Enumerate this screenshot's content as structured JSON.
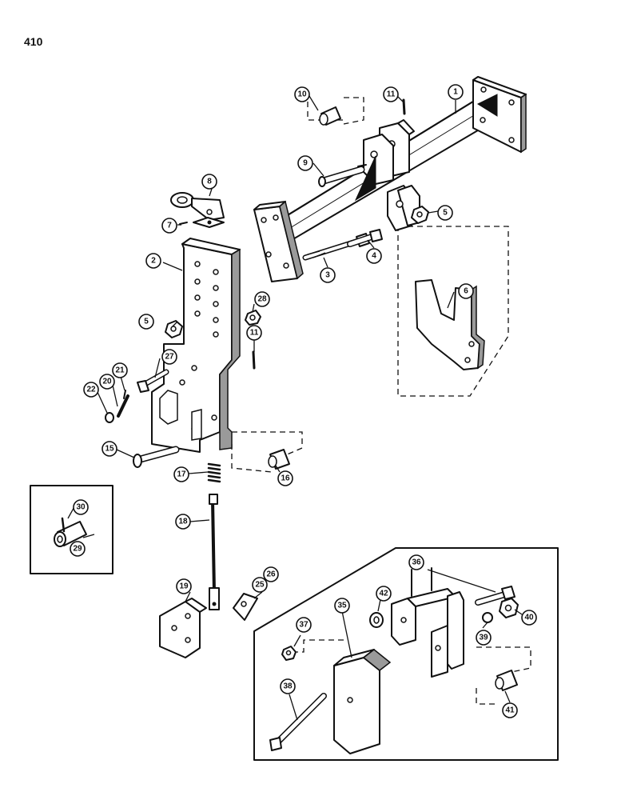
{
  "page": {
    "number": "410"
  },
  "callouts": [
    {
      "id": "1",
      "label": "1"
    },
    {
      "id": "2",
      "label": "2"
    },
    {
      "id": "3",
      "label": "3"
    },
    {
      "id": "4",
      "label": "4"
    },
    {
      "id": "5a",
      "label": "5"
    },
    {
      "id": "5b",
      "label": "5"
    },
    {
      "id": "6",
      "label": "6"
    },
    {
      "id": "7",
      "label": "7"
    },
    {
      "id": "8",
      "label": "8"
    },
    {
      "id": "9",
      "label": "9"
    },
    {
      "id": "10",
      "label": "10"
    },
    {
      "id": "11a",
      "label": "11"
    },
    {
      "id": "11b",
      "label": "11"
    },
    {
      "id": "15",
      "label": "15"
    },
    {
      "id": "16",
      "label": "16"
    },
    {
      "id": "17",
      "label": "17"
    },
    {
      "id": "18",
      "label": "18"
    },
    {
      "id": "19",
      "label": "19"
    },
    {
      "id": "20",
      "label": "20"
    },
    {
      "id": "21",
      "label": "21"
    },
    {
      "id": "22",
      "label": "22"
    },
    {
      "id": "25",
      "label": "25"
    },
    {
      "id": "26",
      "label": "26"
    },
    {
      "id": "27",
      "label": "27"
    },
    {
      "id": "28",
      "label": "28"
    },
    {
      "id": "29",
      "label": "29"
    },
    {
      "id": "30",
      "label": "30"
    },
    {
      "id": "35",
      "label": "35"
    },
    {
      "id": "36",
      "label": "36"
    },
    {
      "id": "37",
      "label": "37"
    },
    {
      "id": "38",
      "label": "38"
    },
    {
      "id": "39",
      "label": "39"
    },
    {
      "id": "40",
      "label": "40"
    },
    {
      "id": "41",
      "label": "41"
    },
    {
      "id": "42",
      "label": "42"
    }
  ]
}
